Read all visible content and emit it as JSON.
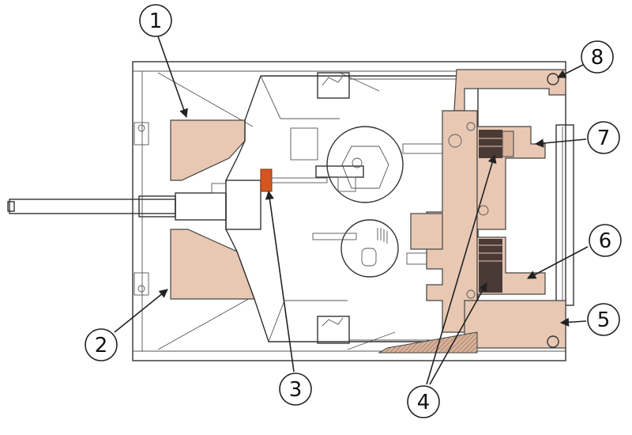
{
  "colors": {
    "armor": "#e8c8b3",
    "armor_dark": "#d9b29a",
    "hull_line": "#333333",
    "highlight": "#d4561f",
    "dark_block": "#4a3a36"
  },
  "callouts": [
    {
      "id": "callout-1",
      "label": "1"
    },
    {
      "id": "callout-2",
      "label": "2"
    },
    {
      "id": "callout-3",
      "label": "3"
    },
    {
      "id": "callout-4",
      "label": "4"
    },
    {
      "id": "callout-5",
      "label": "5"
    },
    {
      "id": "callout-6",
      "label": "6"
    },
    {
      "id": "callout-7",
      "label": "7"
    },
    {
      "id": "callout-8",
      "label": "8"
    }
  ]
}
